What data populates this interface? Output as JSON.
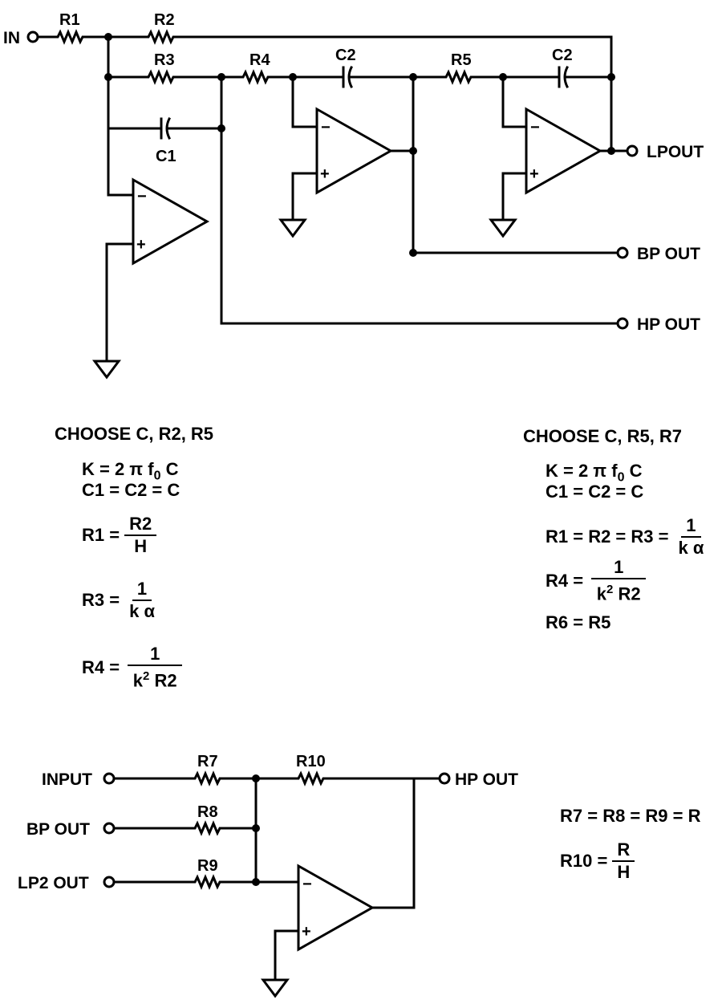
{
  "schematic_top": {
    "labels": {
      "in": "IN",
      "r1": "R1",
      "r2": "R2",
      "r3": "R3",
      "r4": "R4",
      "r5": "R5",
      "c1": "C1",
      "c2a": "C2",
      "c2b": "C2",
      "lp_out": "LPOUT",
      "bp_out": "BP OUT",
      "hp_out": "HP OUT",
      "minus": "−",
      "plus": "+"
    }
  },
  "left_design": {
    "title": "CHOOSE C, R2, R5",
    "k_eq": "K = 2 π f",
    "k_sub": "0",
    "k_tail": " C",
    "c_eq": "C1 = C2 = C",
    "r1_lhs": "R1 =",
    "r1_num": "R2",
    "r1_den": "H",
    "r3_lhs": "R3 =",
    "r3_num": "1",
    "r3_den": "k α",
    "r4_lhs": "R4 =",
    "r4_num": "1",
    "r4_den_k": "k",
    "r4_den_sup": "2",
    "r4_den_tail": " R2"
  },
  "right_design": {
    "title": "CHOOSE C, R5, R7",
    "k_eq": "K = 2 π f",
    "k_sub": "0",
    "k_tail": " C",
    "c_eq": "C1 = C2 = C",
    "r123_lhs": "R1 = R2 = R3 =",
    "r123_num": "1",
    "r123_den": "k α",
    "r4_lhs": "R4 =",
    "r4_num": "1",
    "r4_den_k": "k",
    "r4_den_sup": "2",
    "r4_den_tail": " R2",
    "r6_eq": "R6 = R5"
  },
  "schematic_bottom": {
    "labels": {
      "input": "INPUT",
      "bp_out": "BP OUT",
      "lp2_out": "LP2 OUT",
      "hp_out": "HP OUT",
      "r7": "R7",
      "r8": "R8",
      "r9": "R9",
      "r10": "R10",
      "minus": "−",
      "plus": "+"
    },
    "eq_r": "R7 = R8 = R9 = R",
    "r10_lhs": "R10 =",
    "r10_num": "R",
    "r10_den": "H"
  }
}
